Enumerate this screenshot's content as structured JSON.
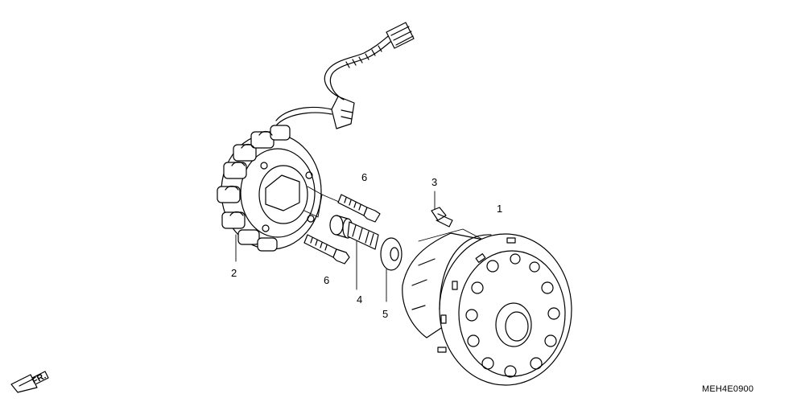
{
  "callouts": {
    "c1": "1",
    "c2": "2",
    "c3": "3",
    "c4": "4",
    "c5": "5",
    "c6_top": "6",
    "c6_bottom": "6"
  },
  "diagram_code": "MEH4E0900",
  "direction_label": "FR."
}
